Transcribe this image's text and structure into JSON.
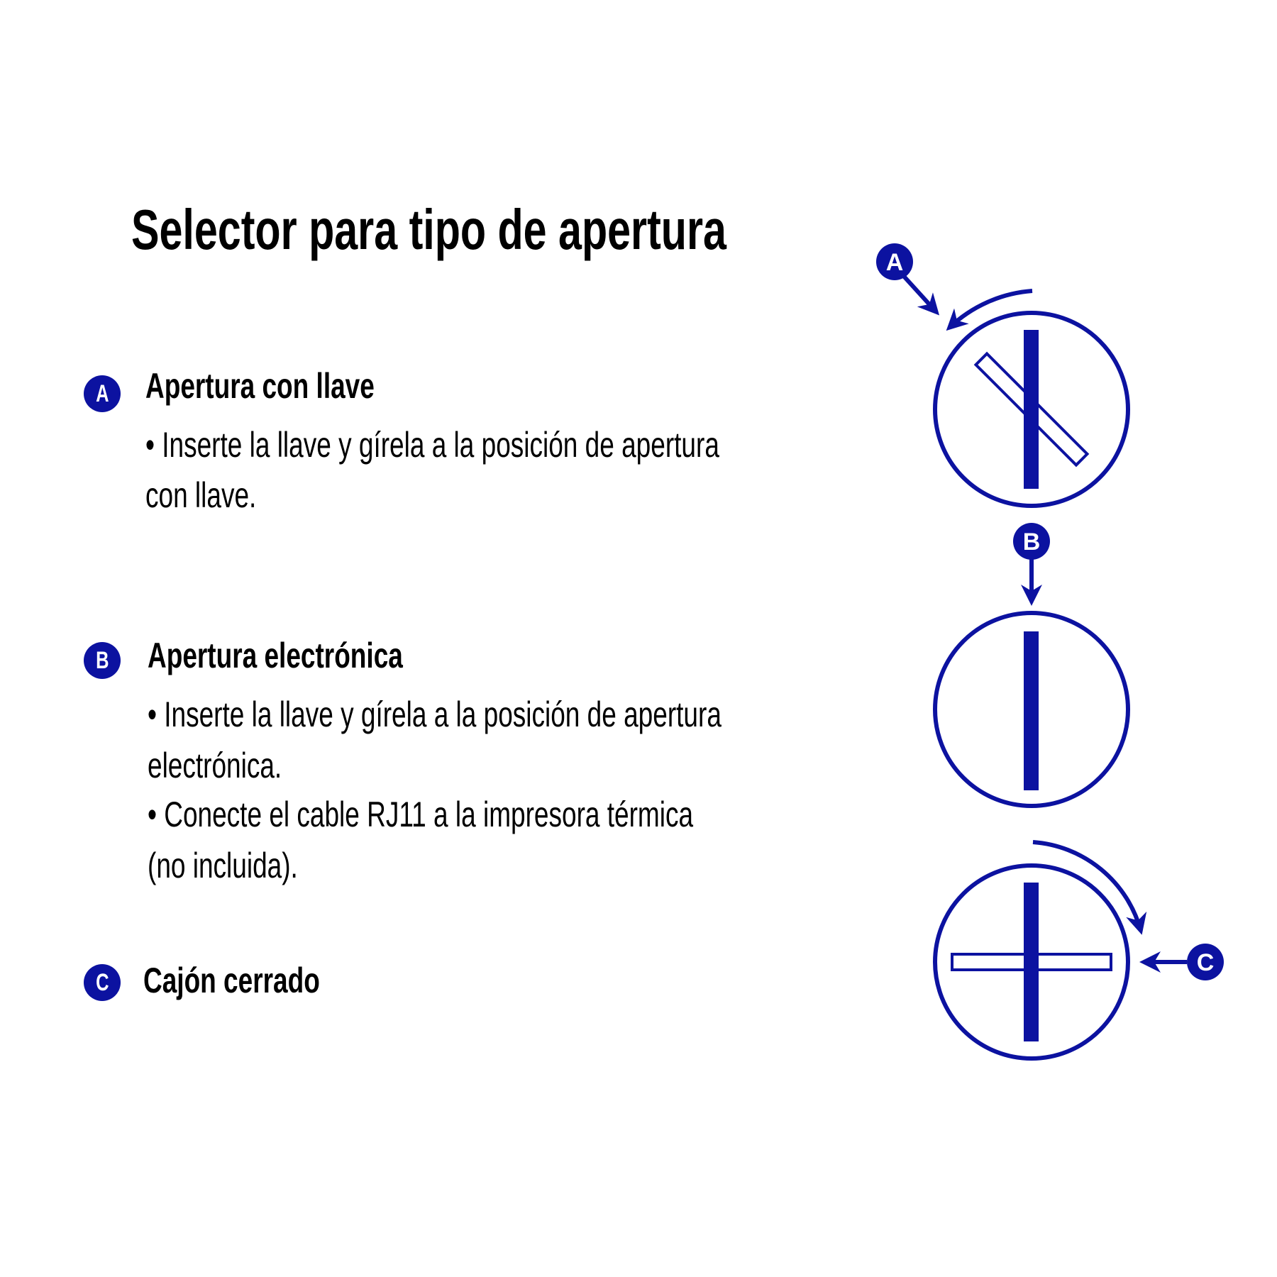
{
  "title": "Selector para tipo de apertura",
  "accent_color": "#0c12a0",
  "sections": [
    {
      "badge": "A",
      "heading": "Apertura con llave",
      "lines": [
        "• Inserte la llave y gírela a la posición de apertura",
        "con llave."
      ]
    },
    {
      "badge": "B",
      "heading": "Apertura electrónica",
      "lines": [
        "• Inserte la llave y gírela a la posición de apertura",
        "electrónica.",
        "• Conecte el cable RJ11 a la impresora térmica",
        "(no incluida)."
      ]
    },
    {
      "badge": "C",
      "heading": "Cajón cerrado",
      "lines": []
    }
  ],
  "diagram_badges": [
    "A",
    "B",
    "C"
  ]
}
